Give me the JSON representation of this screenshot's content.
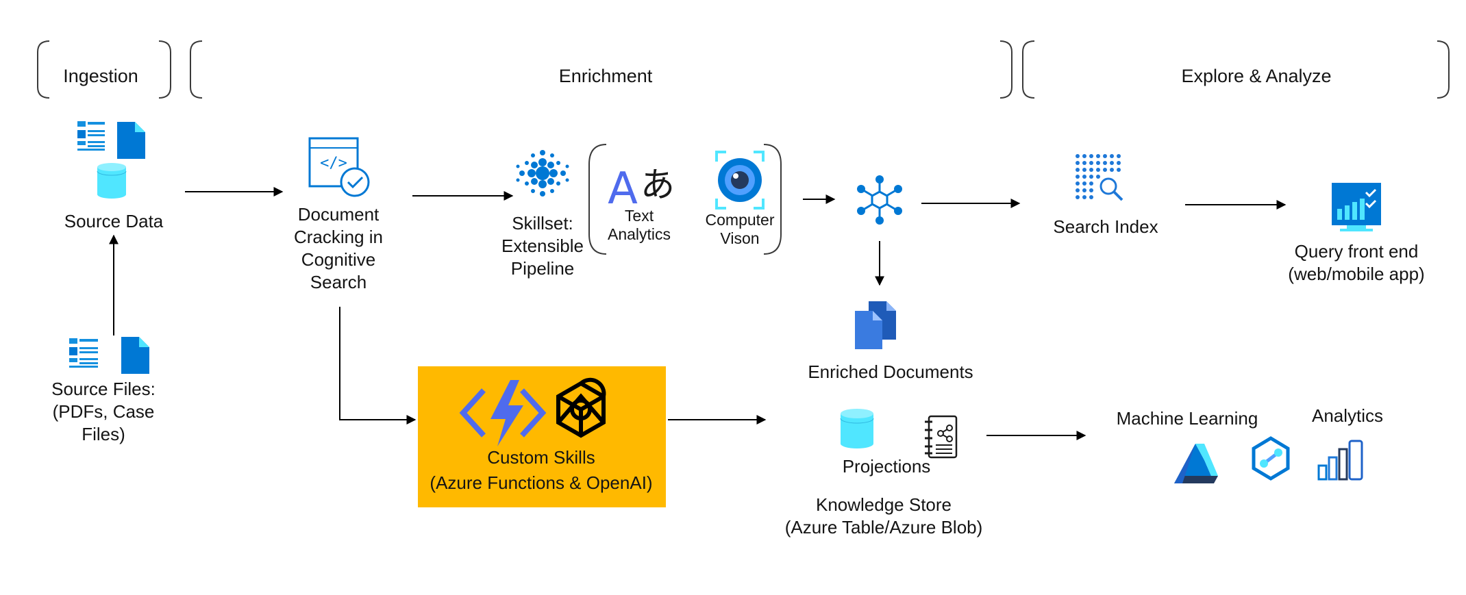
{
  "headers": {
    "ingestion": "Ingestion",
    "enrichment": "Enrichment",
    "explore": "Explore & Analyze"
  },
  "nodes": {
    "source_data": [
      "Source Data"
    ],
    "source_files": [
      "Source Files:",
      "(PDFs, Case",
      "Files)"
    ],
    "doc_cracking": [
      "Document",
      "Cracking in",
      "Cognitive",
      "Search"
    ],
    "skillset": [
      "Skillset:",
      "Extensible",
      "Pipeline"
    ],
    "text_analytics": [
      "Text",
      "Analytics"
    ],
    "computer_vision": [
      "Computer",
      "Vison"
    ],
    "search_index": [
      "Search Index"
    ],
    "query_front_end": [
      "Query front end",
      "(web/mobile app)"
    ],
    "enriched_documents": [
      "Enriched Documents"
    ],
    "custom_skills": [
      "Custom Skills",
      "(Azure Functions & OpenAI)"
    ],
    "projections": [
      "Projections"
    ],
    "knowledge_store": [
      "Knowledge Store",
      "(Azure Table/Azure Blob)"
    ],
    "machine_learning": [
      "Machine Learning"
    ],
    "analytics": [
      "Analytics"
    ]
  },
  "glyphs": {
    "text_analytics_a": "A",
    "text_analytics_jp": "あ",
    "code_tag": "</>"
  },
  "icons": [
    "document-list-icon",
    "file-icon",
    "database-cylinder-icon",
    "code-check-icon",
    "cognitive-search-icon",
    "translator-icon",
    "computer-vision-icon",
    "hub-network-icon",
    "search-index-icon",
    "monitor-dashboard-icon",
    "documents-stack-icon",
    "azure-functions-icon",
    "openai-icon",
    "knowledge-store-icon",
    "machine-learning-icon",
    "synapse-icon",
    "power-bi-icon"
  ],
  "colors": {
    "azure_blue": "#0078d4",
    "light_blue": "#50e6ff",
    "custom_skills_bg": "#ffb900",
    "arrow": "#000000"
  }
}
